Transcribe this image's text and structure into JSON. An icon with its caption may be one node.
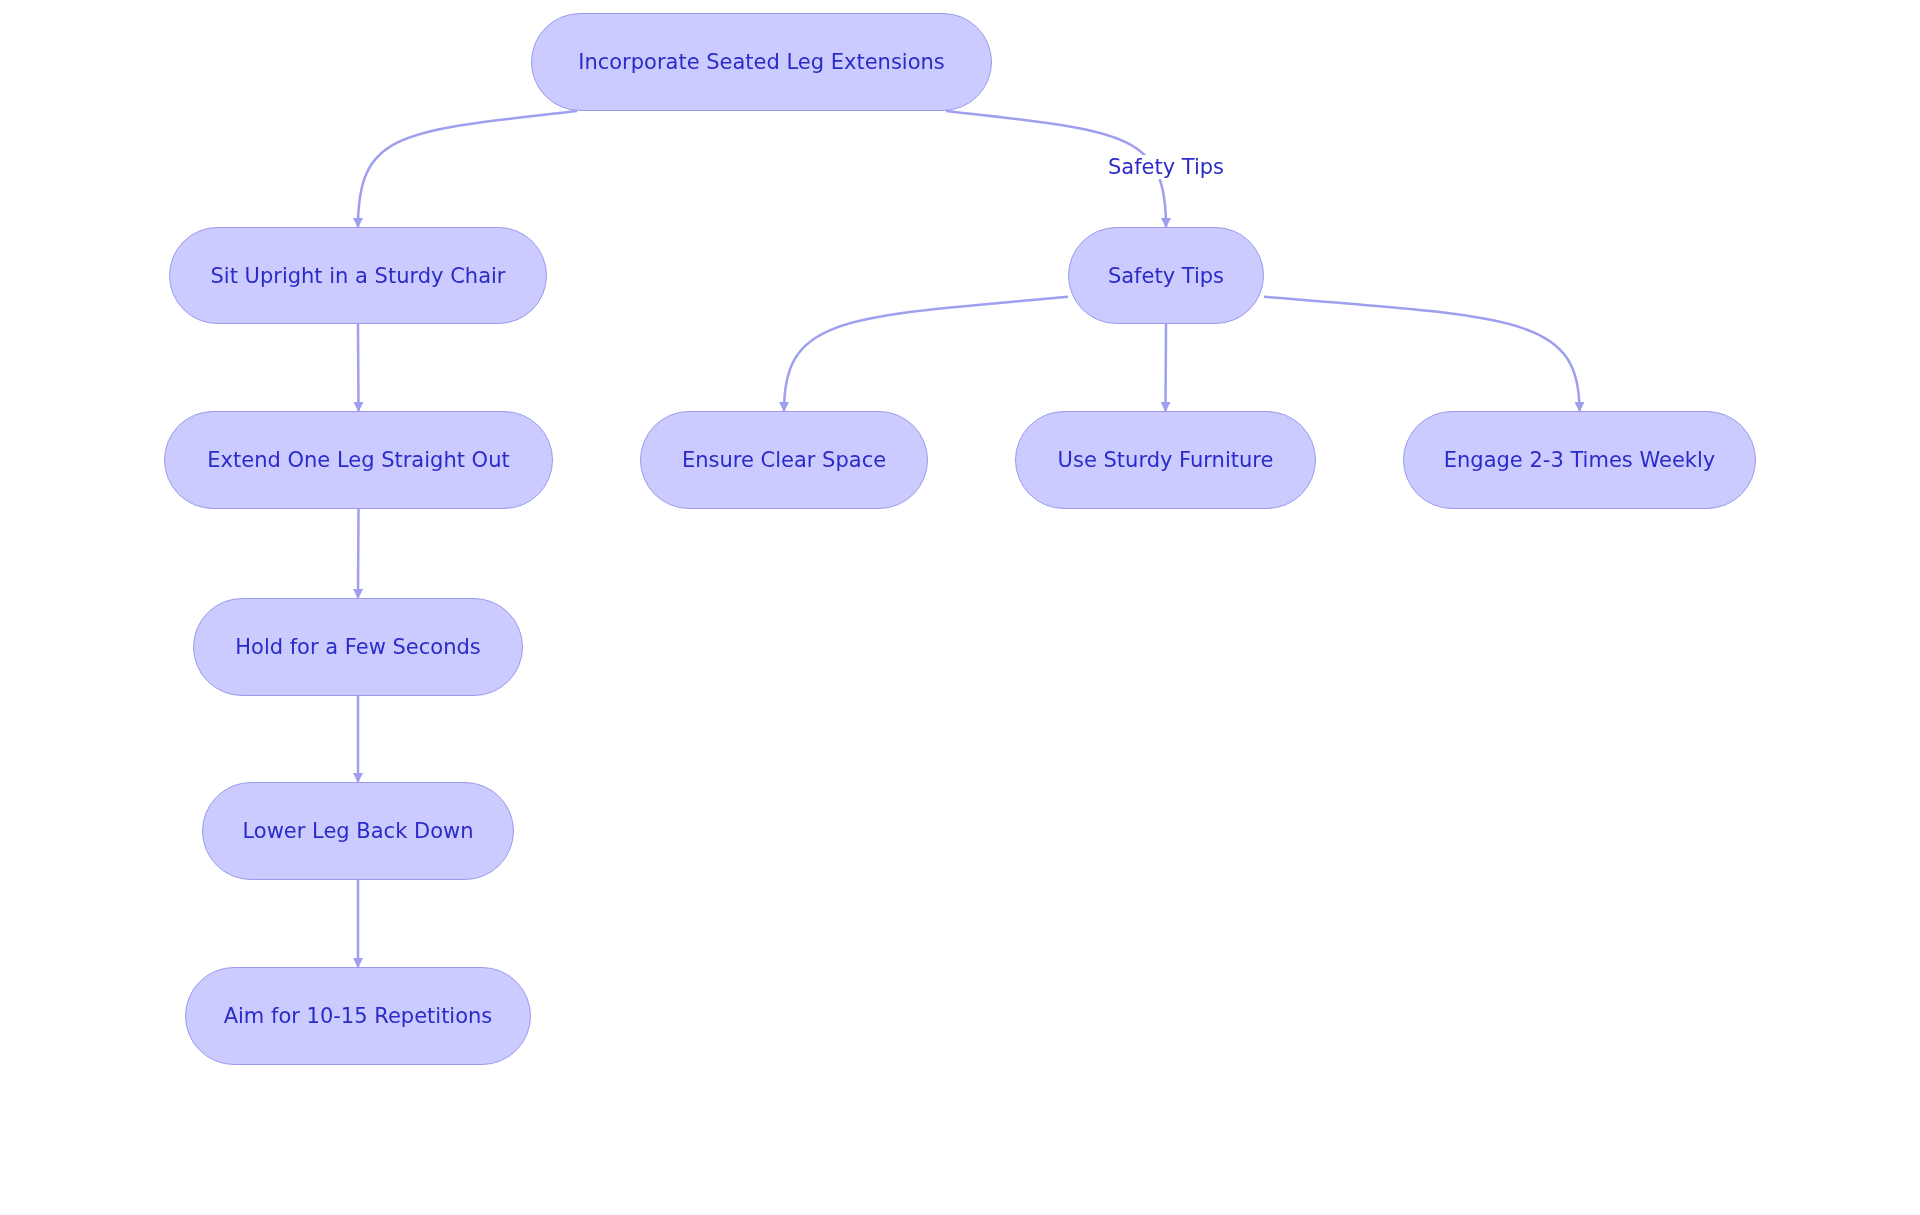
{
  "diagram": {
    "nodes": [
      {
        "text": [
          "Incorporate Seated Leg Extensions"
        ]
      },
      {
        "text": [
          "Sit Upright in a Sturdy Chair"
        ]
      },
      {
        "text": [
          "Extend One Leg Straight Out"
        ]
      },
      {
        "text": [
          "Hold for a Few Seconds"
        ]
      },
      {
        "text": [
          "Lower Leg Back Down"
        ]
      },
      {
        "text": [
          "Aim for 10-15 Repetitions"
        ]
      },
      {
        "text": [
          "Safety Tips"
        ]
      },
      {
        "text": [
          "Ensure Clear Space"
        ]
      },
      {
        "text": [
          "Use Sturdy Furniture"
        ]
      },
      {
        "text": [
          "Engage 2-3 Times Weekly"
        ]
      }
    ],
    "edges": [
      {
        "from": 0,
        "to": 1,
        "arrow": "to"
      },
      {
        "from": 1,
        "to": 2,
        "arrow": "to"
      },
      {
        "from": 2,
        "to": 3,
        "arrow": "to"
      },
      {
        "from": 3,
        "to": 4,
        "arrow": "to"
      },
      {
        "from": 4,
        "to": 5,
        "arrow": "to"
      },
      {
        "from": 0,
        "to": 6,
        "arrow": "to",
        "label": "Safety Tips"
      },
      {
        "from": 6,
        "to": 7,
        "arrow": "to"
      },
      {
        "from": 6,
        "to": 8,
        "arrow": "to"
      },
      {
        "from": 6,
        "to": 9,
        "arrow": "to"
      }
    ]
  }
}
